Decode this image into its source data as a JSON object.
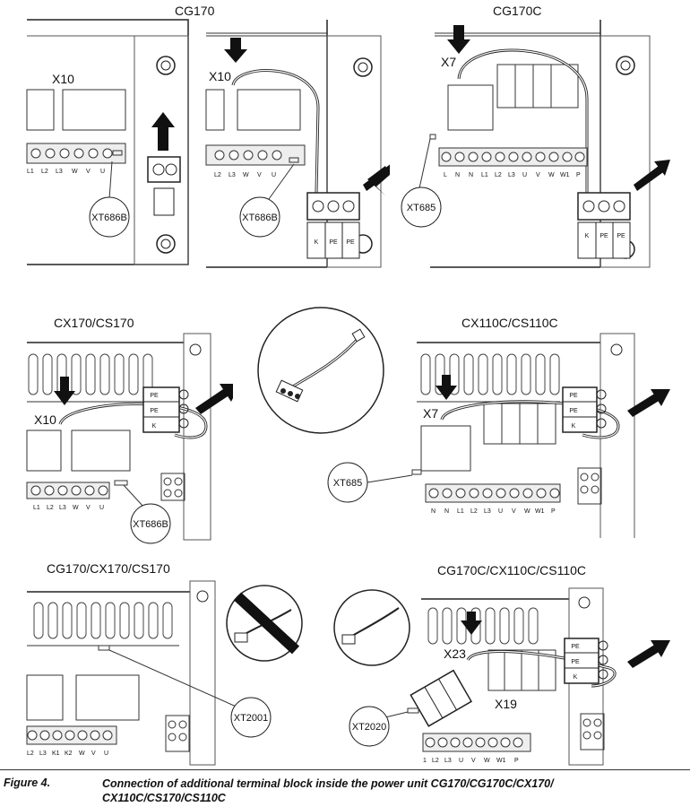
{
  "panels": {
    "p1": {
      "title": "CG170",
      "connector": "X10",
      "terminals": [
        "L1",
        "L2",
        "L3",
        "W",
        "V",
        "U"
      ],
      "callout": "XT686B"
    },
    "p2": {
      "connector": "X10",
      "terminals": [
        "L2",
        "L3",
        "W",
        "V",
        "U"
      ],
      "callout": "XT686B",
      "block_labels": [
        "K",
        "PE",
        "PE"
      ]
    },
    "p3": {
      "title": "CG170C",
      "connector": "X7",
      "terminals": [
        "L",
        "N",
        "N",
        "L1",
        "L2",
        "L3",
        "U",
        "V",
        "W",
        "W1",
        "P"
      ],
      "callout": "XT685",
      "block_labels": [
        "K",
        "PE",
        "PE"
      ]
    },
    "p4": {
      "title": "CX170/CS170",
      "connector": "X10",
      "terminals": [
        "L1",
        "L2",
        "L3",
        "W",
        "V",
        "U"
      ],
      "callout": "XT686B",
      "block_labels": [
        "PE",
        "PE",
        "K"
      ]
    },
    "p6": {
      "title": "CX110C/CS110C",
      "connector": "X7",
      "terminals": [
        "N",
        "N",
        "L1",
        "L2",
        "L3",
        "U",
        "V",
        "W",
        "W1",
        "P"
      ],
      "callout": "XT685",
      "block_labels": [
        "PE",
        "PE",
        "K"
      ]
    },
    "p7": {
      "title": "CG170/CX170/CS170",
      "terminals": [
        "L2",
        "L3",
        "K1",
        "K2",
        "W",
        "V",
        "U"
      ],
      "callout": "XT2001"
    },
    "p8": {
      "title": "CG170C/CX110C/CS110C",
      "connector": "X23",
      "connector2": "X19",
      "terminals": [
        "1",
        "L2",
        "L3",
        "U",
        "V",
        "W",
        "W1",
        "P"
      ],
      "callout": "XT2020",
      "block_labels": [
        "PE",
        "PE",
        "K"
      ]
    }
  },
  "caption": {
    "figure": "Figure 4.",
    "text": "Connection of additional terminal block inside the power unit CG170/CG170C/CX170/ CX110C/CS170/CS110C"
  }
}
